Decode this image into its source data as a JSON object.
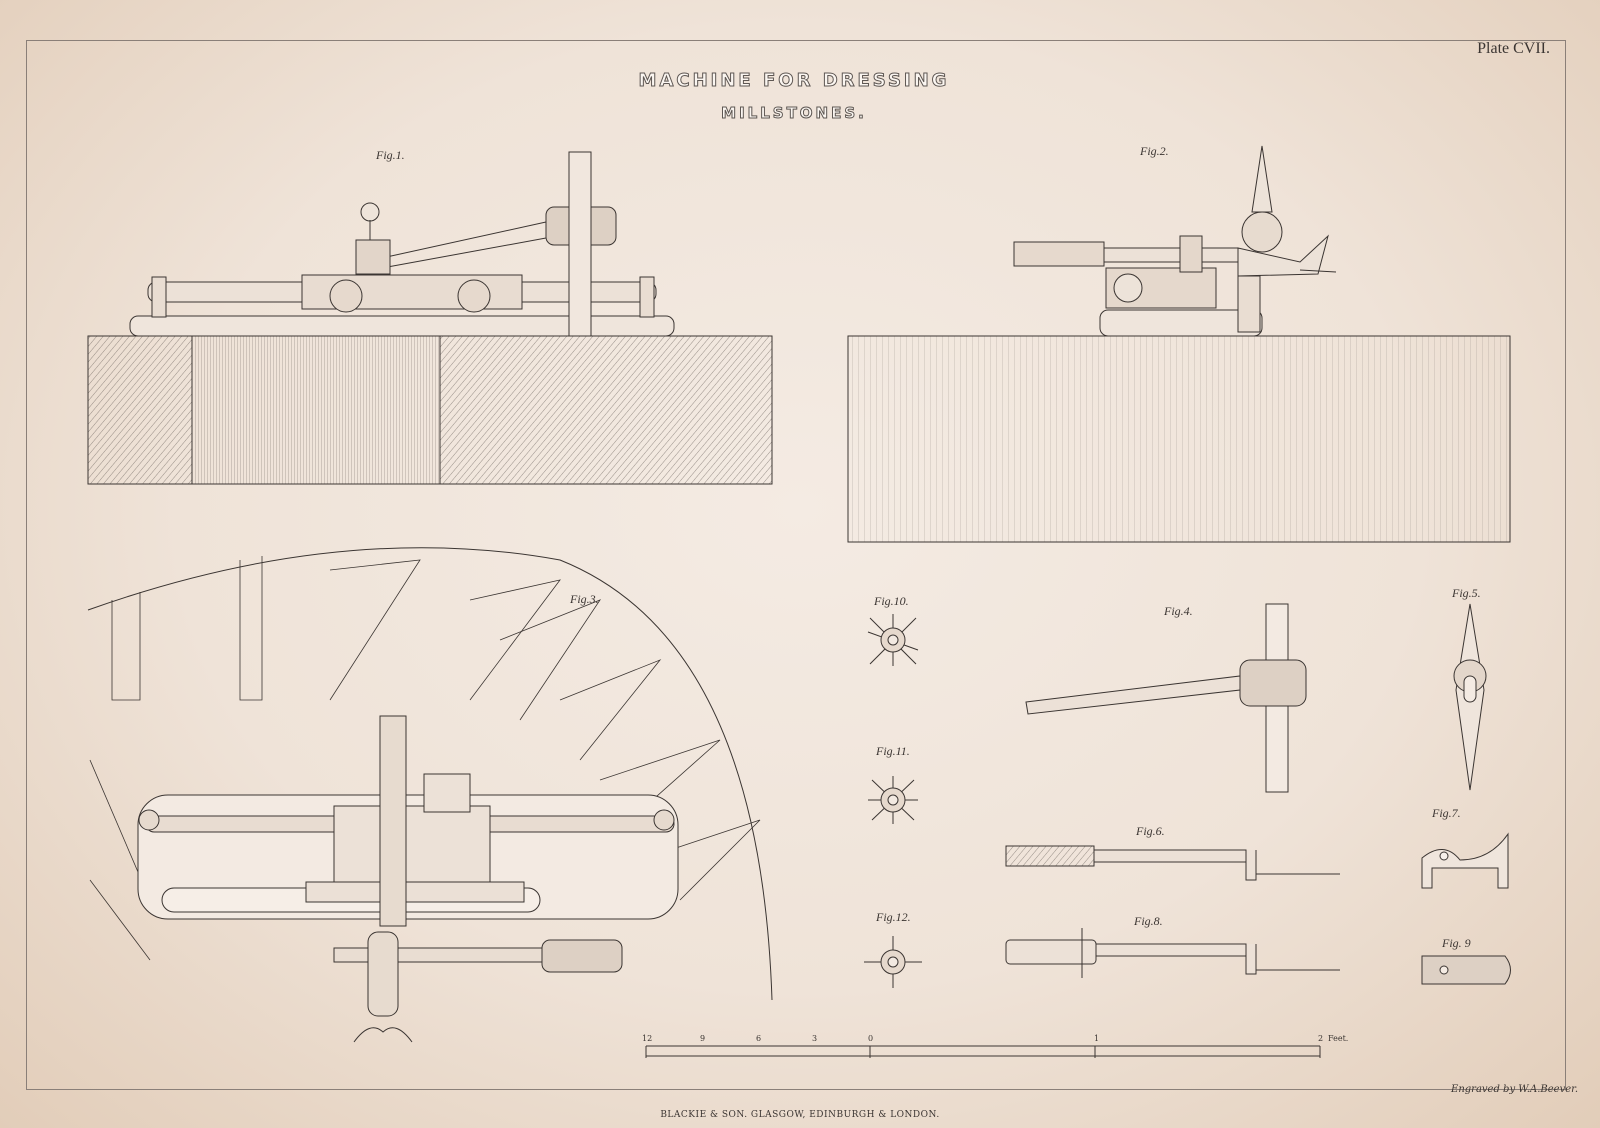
{
  "plate": "Plate CVII.",
  "title": {
    "line1": "MACHINE FOR DRESSING",
    "line2": "MILLSTONES."
  },
  "figures": {
    "fig1": "Fig.1.",
    "fig2": "Fig.2.",
    "fig3": "Fig.3.",
    "fig4": "Fig.4.",
    "fig5": "Fig.5.",
    "fig6": "Fig.6.",
    "fig7": "Fig.7.",
    "fig8": "Fig.8.",
    "fig9": "Fig. 9",
    "fig10": "Fig.10.",
    "fig11": "Fig.11.",
    "fig12": "Fig.12."
  },
  "scale": {
    "ticks": [
      "12",
      "9",
      "6",
      "3",
      "0",
      "1",
      "2"
    ],
    "unit": "Feet."
  },
  "engraver": "Engraved by W.A.Beever.",
  "publisher": "BLACKIE & SON. GLASGOW, EDINBURGH & LONDON.",
  "colors": {
    "paper": "#f4ebe3",
    "ink": "#3b3532",
    "foxing": "#e2cdb9"
  }
}
